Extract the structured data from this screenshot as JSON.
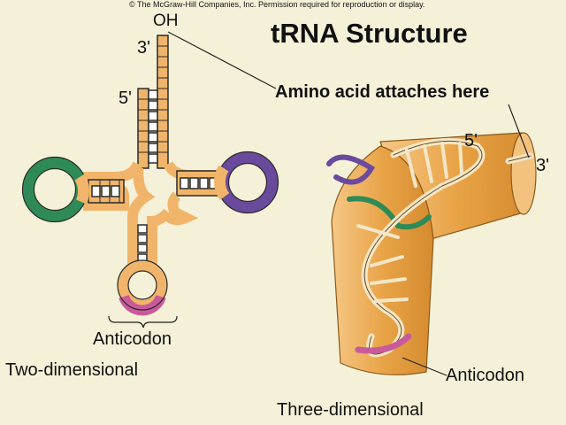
{
  "copyright": "© The McGraw-Hill Companies, Inc. Permission required for reproduction or display.",
  "title": "tRNA Structure",
  "labels": {
    "oh": "OH",
    "three_prime_left": "3'",
    "five_prime_left": "5'",
    "amino_acid": "Amino acid attaches here",
    "five_prime_right": "5'",
    "three_prime_right": "3'",
    "anticodon_left": "Anticodon",
    "anticodon_right": "Anticodon",
    "two_dimensional": "Two-dimensional",
    "three_dimensional": "Three-dimensional"
  },
  "colors": {
    "background": "#f4f1d8",
    "strand_orange": "#f0b56a",
    "loop_green": "#2e8b57",
    "loop_purple": "#6a4a9c",
    "loop_pink": "#c85a9a",
    "tube": "#e8a64b"
  }
}
